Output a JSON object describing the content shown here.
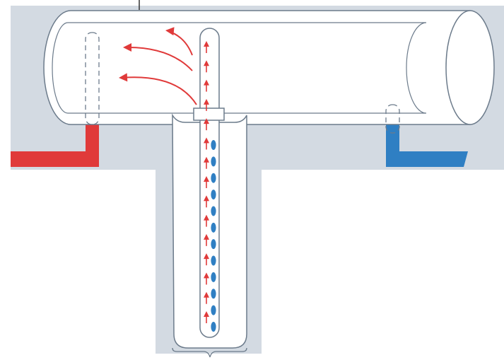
{
  "diagram": {
    "kind": "solar-water-heater-tank-with-vertical-heat-pipe",
    "colors": {
      "backdrop": "#d3dae2",
      "outline": "#6c7b8b",
      "tank_fill": "#ffffff",
      "hot_pipe": "#e03a3a",
      "cold_pipe": "#2f7fc3",
      "flow_arrows": "#e03a3a",
      "bubbles": "#2f7fc3"
    },
    "icons": {
      "tank": "cylinder-tank-icon",
      "hot_outlet": "hot-water-pipe-icon",
      "cold_inlet": "cold-water-pipe-icon",
      "heat_pipe": "heat-pipe-icon",
      "vacuum_tube": "evacuated-tube-icon",
      "rising_arrow": "up-arrow-icon",
      "curved_arrow": "curved-arrow-icon",
      "bubble": "bubble-icon"
    },
    "rising_arrow_count": 15,
    "bubble_count": 12,
    "curved_arrow_count": 3,
    "text_labels": []
  }
}
